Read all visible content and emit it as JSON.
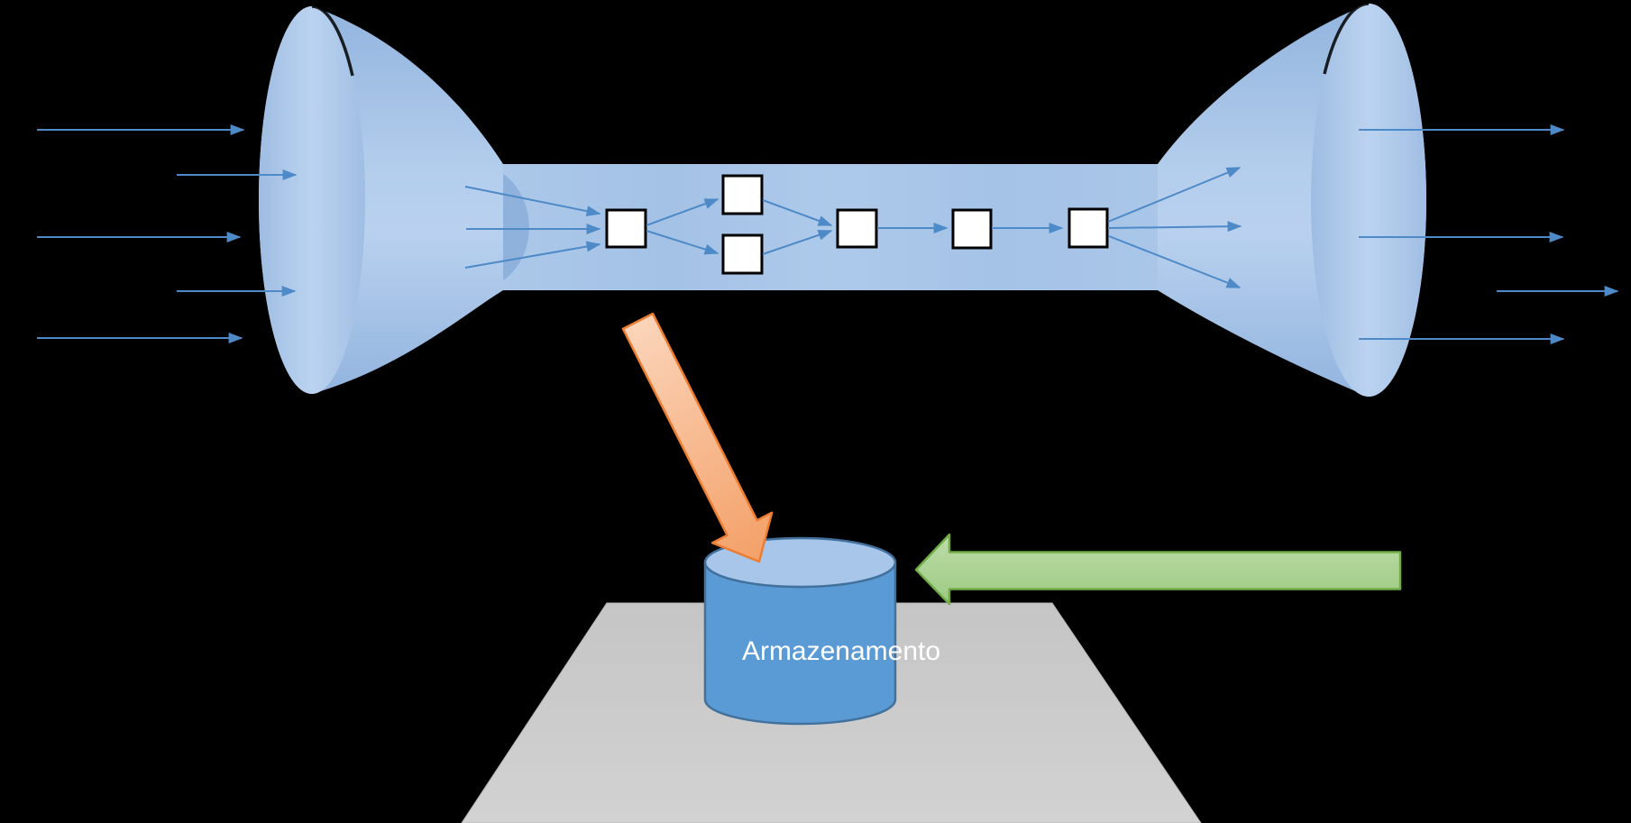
{
  "storage": {
    "label": "Armazenamento"
  },
  "palette": {
    "background": "#000000",
    "flow_arrow_blue": "#4E8AC8",
    "funnel_blue_light": "#B9D1EF",
    "funnel_blue_dark": "#8FB2DD",
    "pipe_blue": "#A6C4E7",
    "node_fill": "#FFFFFF",
    "node_border": "#000000",
    "orange_arrow_fill": "#F9C09A",
    "orange_arrow_border": "#ED7D31",
    "green_arrow_fill": "#A9D18E",
    "green_arrow_border": "#70AD47",
    "cylinder_fill": "#5B9BD5",
    "cylinder_top_fill": "#A7C6E9",
    "cylinder_border": "#41719C",
    "platform_gray": "#CBCBCB",
    "label_text": "#FFFFFF"
  },
  "counts": {
    "input_arrows": 5,
    "process_nodes": 6,
    "output_arrows": 4,
    "block_arrows": 2
  }
}
